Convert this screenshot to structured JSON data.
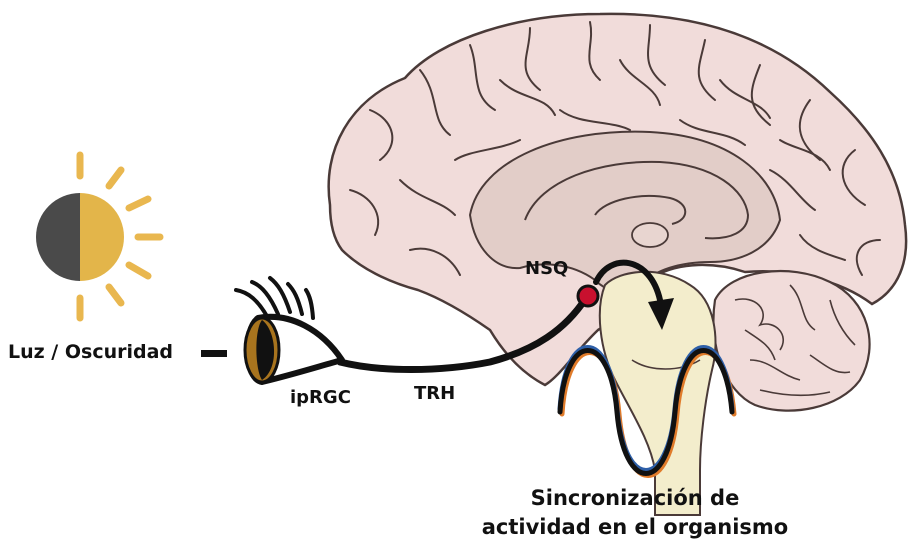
{
  "labels": {
    "light_dark": "Luz / Oscuridad",
    "iprgc": "ipRGC",
    "trh": "TRH",
    "nsq": "NSQ",
    "sync_line1": "Sincronización de",
    "sync_line2": "actividad en el organismo"
  },
  "icons": {
    "sun": "half-dark-sun-icon",
    "eye": "eye-icon",
    "brain": "brain-sagittal-illustration",
    "arrow": "curved-arrow-icon",
    "rhythm": "sine-wave-icon"
  },
  "colors": {
    "sun_light": "#E3B54A",
    "sun_dark": "#4A4A4A",
    "sun_rays": "#E9B74F",
    "brain_cortex": "#F1DCDA",
    "brain_outline": "#4A3A38",
    "brain_inner": "#E2CDC8",
    "brainstem": "#F3EDCC",
    "iris": "#A8741E",
    "nsq_dot": "#C8102E",
    "wave_main": "#111111",
    "wave_blue": "#2E5FA8",
    "wave_orange": "#E07B2A"
  }
}
